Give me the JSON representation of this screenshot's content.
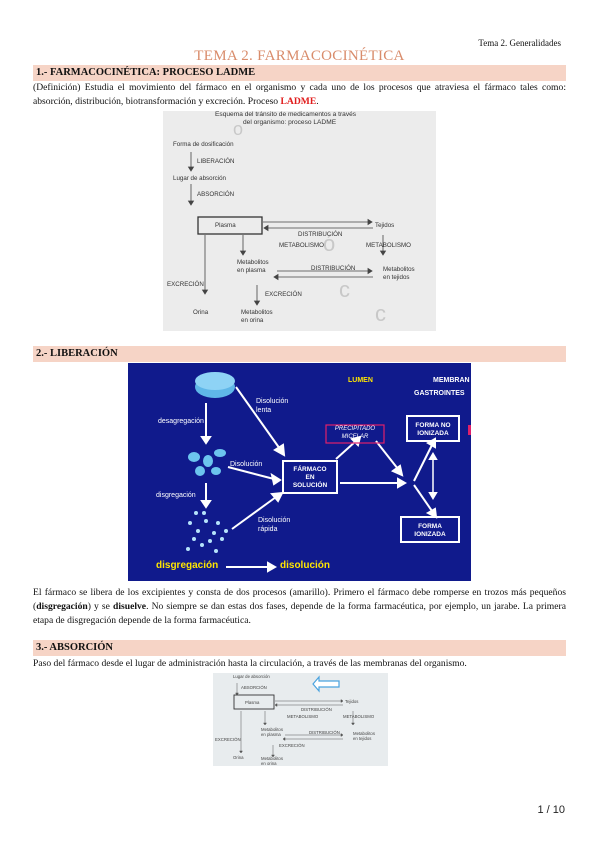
{
  "header": {
    "right": "Tema 2. Generalidades"
  },
  "title": "TEMA 2. FARMACOCINÉTICA",
  "sections": [
    {
      "heading": "1.- FARMACOCINÉTICA: PROCESO LADME",
      "text_a": "(Definición) Estudia el movimiento del fármaco en el organismo y cada uno de los procesos que atraviesa el fármaco tales como: absorción, distribución, biotransformación y excreción. Proceso ",
      "text_highlight": "LADME",
      "text_b": "."
    },
    {
      "heading": "2.- LIBERACIÓN",
      "text_a": "El fármaco se libera de los excipientes y consta de dos procesos (amarillo). Primero el fármaco debe romperse en trozos más pequeños (",
      "bold1": "disgregación",
      "text_b": ") y se ",
      "bold2": "disuelve",
      "text_c": ". No siempre se dan estas dos fases, depende de la forma farmacéutica, por ejemplo, un jarabe. La primera etapa de disgregación depende de la forma farmacéutica."
    },
    {
      "heading": "3.- ABSORCIÓN",
      "text": "Paso del fármaco desde el lugar de administración hasta la circulación, a través de las membranas del organismo."
    }
  ],
  "diagram1": {
    "title_line1": "Esquema del tránsito de medicamentos a través",
    "title_line2": "del organismo: proceso LADME",
    "forma": "Forma de dosificación",
    "liberacion": "LIBERACIÓN",
    "lugar": "Lugar de absorción",
    "absorcion": "ABSORCIÓN",
    "plasma": "Plasma",
    "tejidos": "Tejidos",
    "distribucion": "DISTRIBUCIÓN",
    "metabolismo": "METABOLISMO",
    "metabolismo2": "METABOLISMO",
    "excrecion": "EXCRECIÓN",
    "met_plasma1": "Metabolitos",
    "met_plasma2": "en plasma",
    "distribucion2": "DISTRIBUCIÓN",
    "met_tej1": "Metabolitos",
    "met_tej2": "en tejidos",
    "excrecion2": "EXCRECIÓN",
    "orina": "Orina",
    "met_orina1": "Metabolitos",
    "met_orina2": "en orina"
  },
  "diagram2": {
    "lumen": "LUMEN",
    "membrana": "MEMBRAN",
    "gastro": "GASTROINTES",
    "disol_lenta1": "Disolución",
    "disol_lenta2": "lenta",
    "desagregacion": "desagregación",
    "disolucion": "Disolución",
    "disgregacion_small": "disgregación",
    "disol_rapida1": "Disolución",
    "disol_rapida2": "rápida",
    "precipitado1": "PRECIPITADO",
    "precipitado2": "MICELAR",
    "farmaco1": "FÁRMACO",
    "farmaco2": "EN",
    "farmaco3": "SOLUCIÓN",
    "no_ionizada1": "FORMA NO",
    "no_ionizada2": "IONIZADA",
    "ionizada1": "FORMA",
    "ionizada2": "IONIZADA",
    "yellow1": "disgregación",
    "yellow2": "disolución",
    "colors": {
      "background": "#101a8c",
      "accent": "#ffe600",
      "precipitado": "#e0206a"
    }
  },
  "diagram3": {
    "lugar": "Lugar de absorción",
    "absorcion": "ABSORCIÓN",
    "plasma": "Plasma",
    "tejidos": "Tejidos",
    "distribucion": "DISTRIBUCIÓN",
    "metabolismo": "METABOLISMO",
    "metabolismo2": "METABOLISMO",
    "excrecion": "EXCRECIÓN",
    "met_plasma1": "Metabolitos",
    "met_plasma2": "en plasma",
    "distribucion2": "DISTRIBUCIÓN",
    "met_tej1": "Metabolitos",
    "met_tej2": "en tejidos",
    "excrecion2": "EXCRECIÓN",
    "orina": "Orina",
    "met_orina1": "Metabolitos",
    "met_orina2": "en orina"
  },
  "page_number": "1 / 10"
}
